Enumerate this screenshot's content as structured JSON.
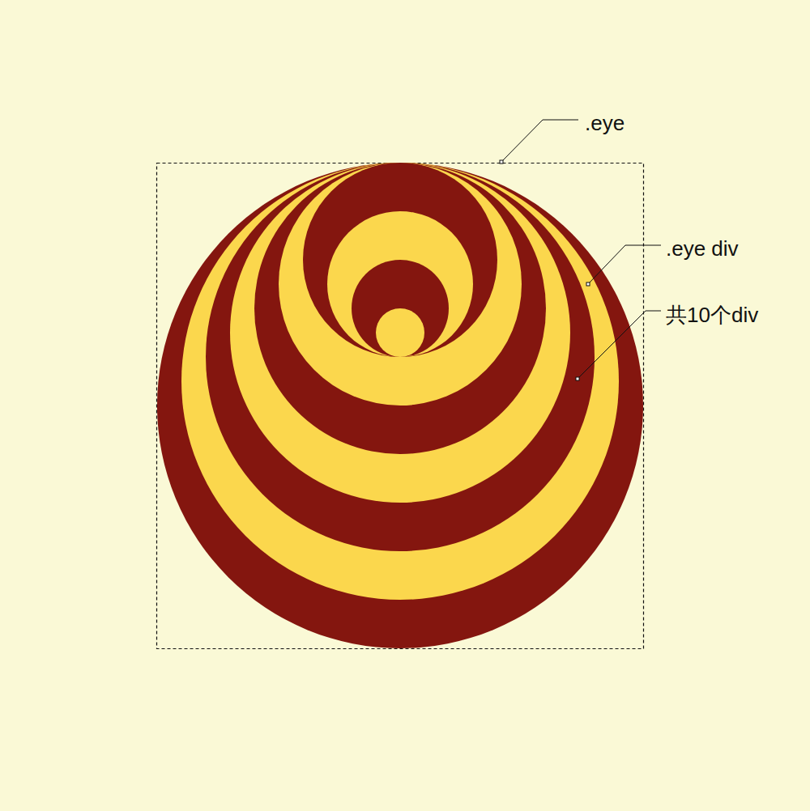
{
  "diagram": {
    "labels": [
      ".eye",
      ".eye div",
      "共10个div"
    ]
  }
}
